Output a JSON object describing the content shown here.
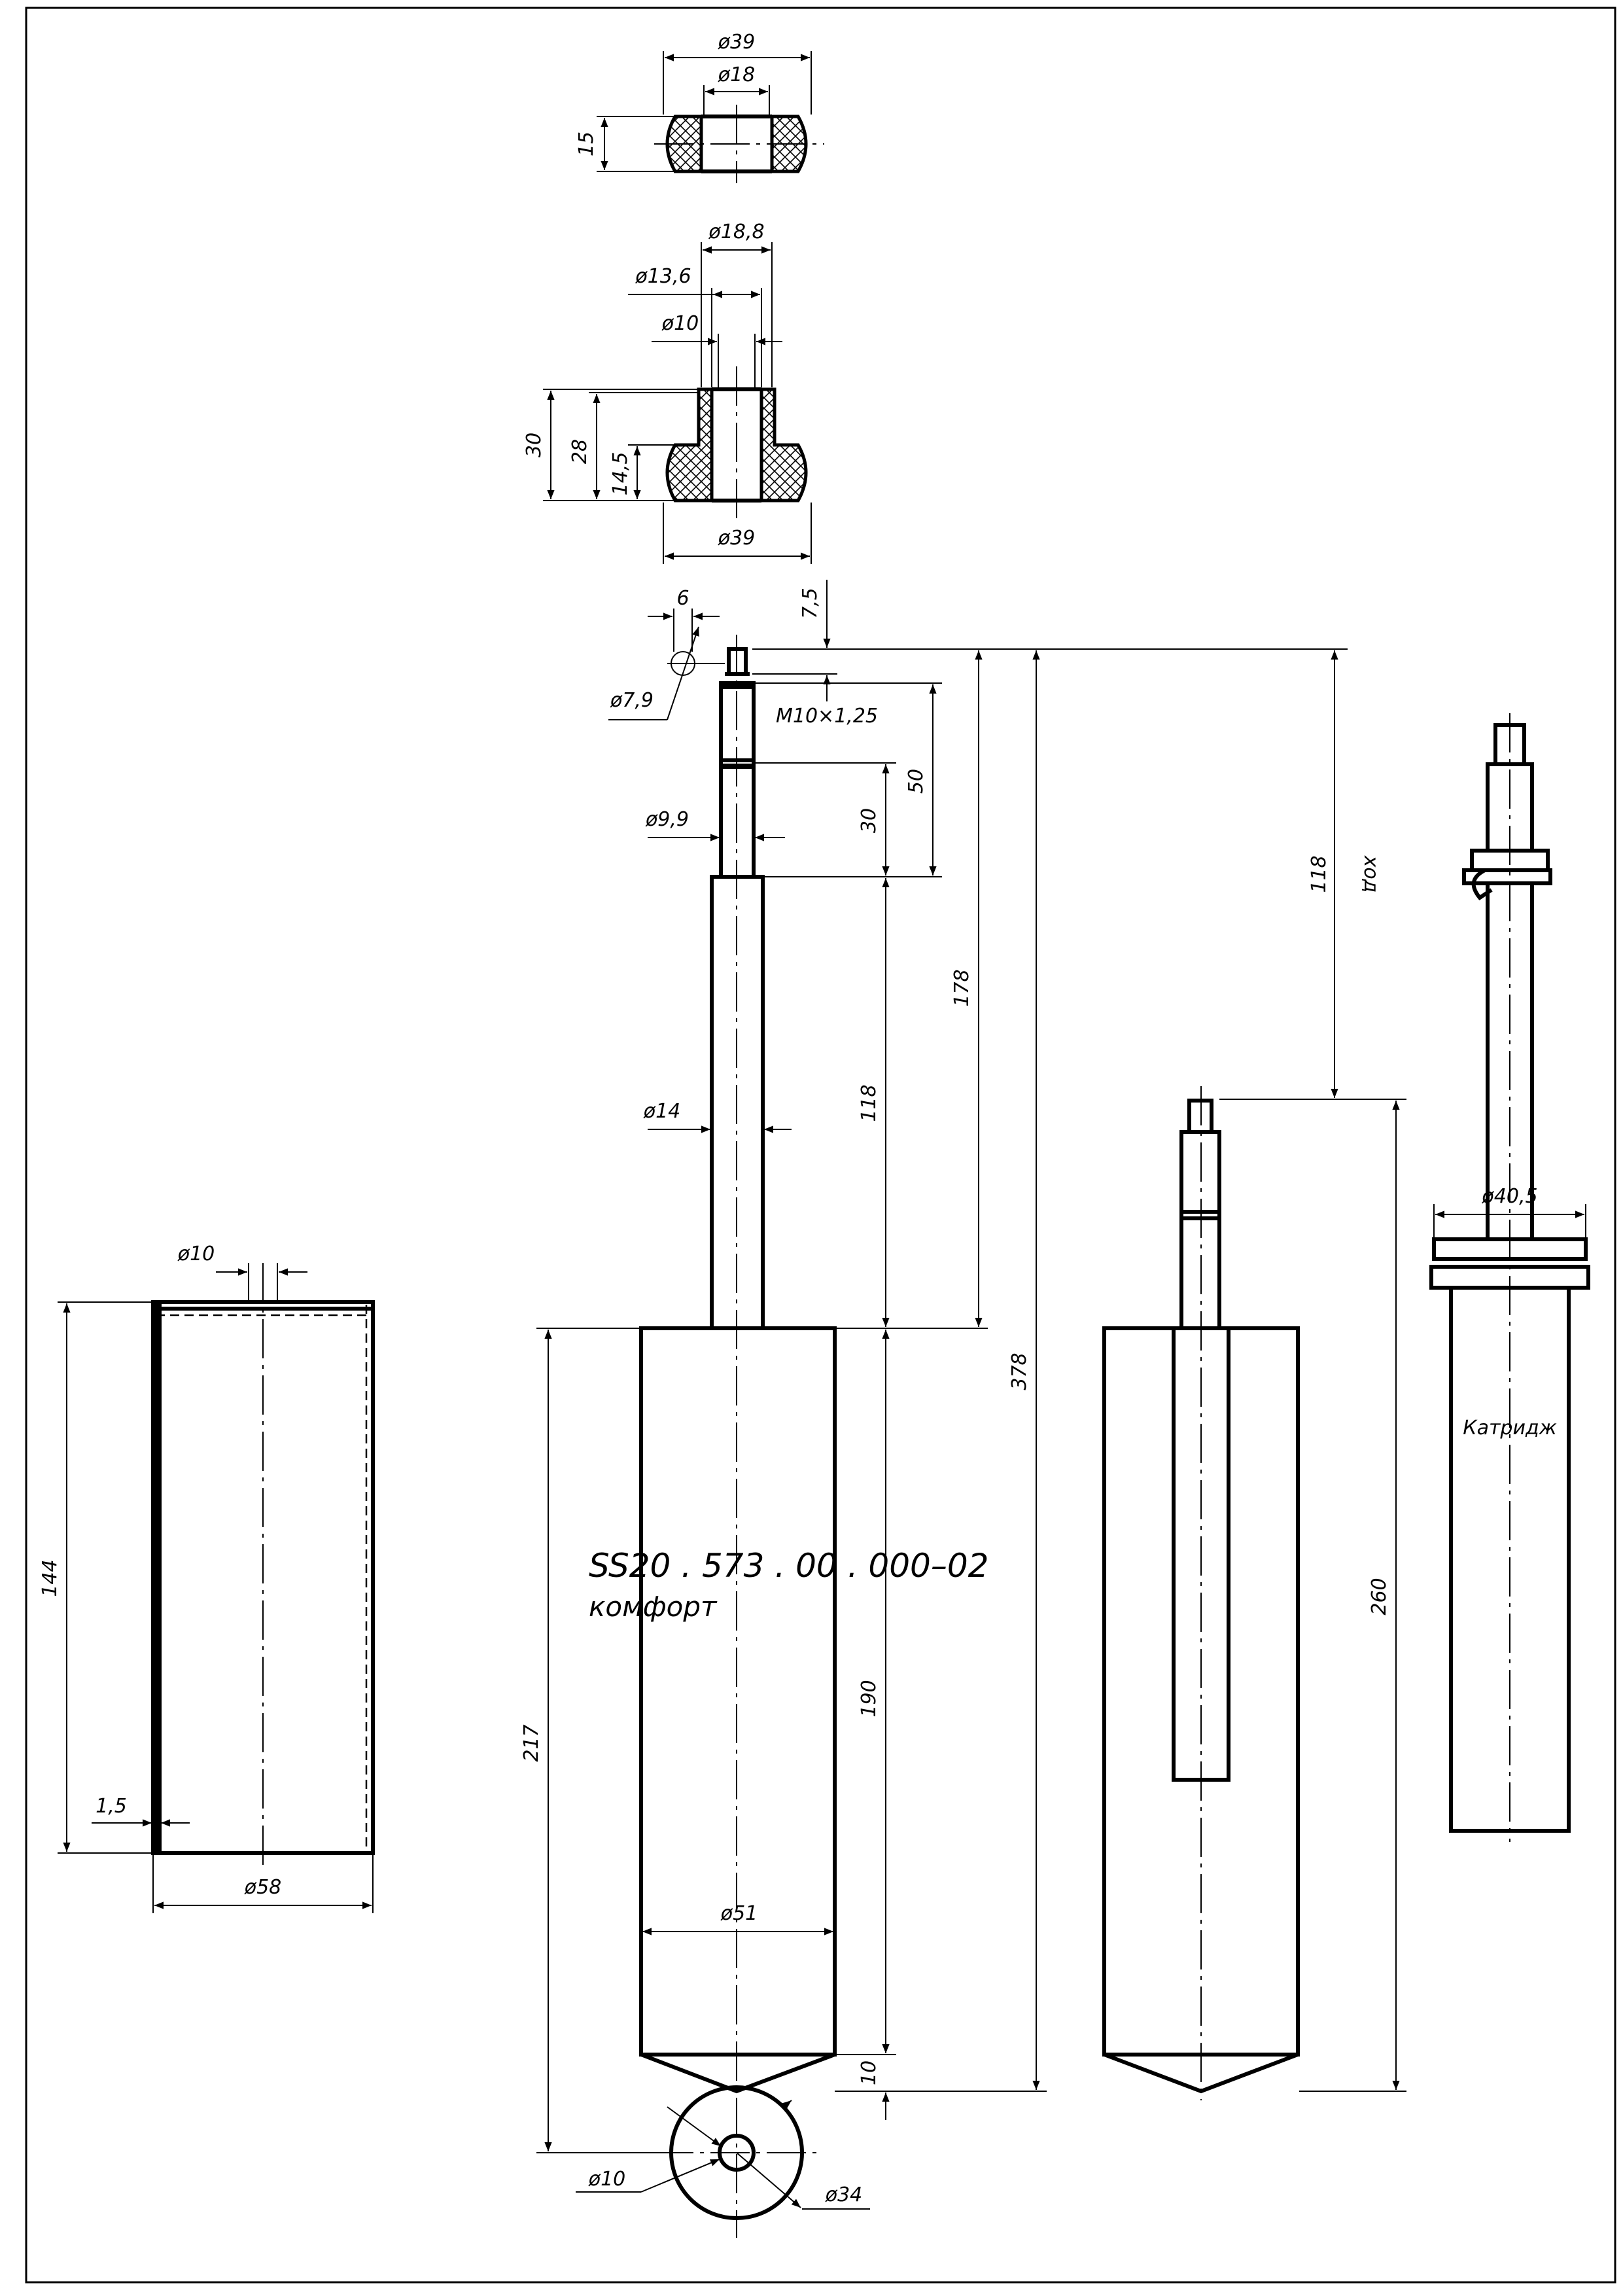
{
  "title": {
    "designation": "SS20 . 573 . 00 . 000–02",
    "name": "комфорт"
  },
  "labels": {
    "cartridge": "Катридж",
    "stroke": "ход"
  },
  "bump_stop": {
    "outer_dia": "ø39",
    "inner_dia": "ø18",
    "height": "15"
  },
  "bushing": {
    "top_dia": "ø18,8",
    "mid_dia": "ø13,6",
    "hole_dia": "ø10",
    "height_total": "30",
    "height_sleeve": "28",
    "height_flange": "14,5",
    "flange_dia": "ø39"
  },
  "rod": {
    "pin_dia": "ø7,9",
    "pin_width": "6",
    "thread_len": "7,5",
    "thread": "M10×1,25",
    "dia_small": "ø9,9",
    "len_30": "30",
    "len_50": "50",
    "dia": "ø14",
    "len_118": "118",
    "len_178": "178",
    "total_len": "378",
    "stroke_len": "118"
  },
  "body": {
    "dia": "ø51",
    "len_190": "190",
    "len_217": "217",
    "len_10": "10",
    "eye_dia": "ø34",
    "eye_hole": "ø10",
    "compressed_len": "260"
  },
  "tube": {
    "hole_dia": "ø10",
    "length": "144",
    "wall": "1,5",
    "outer_dia": "ø58"
  },
  "cartridge_view": {
    "collar_dia": "ø40,5"
  }
}
